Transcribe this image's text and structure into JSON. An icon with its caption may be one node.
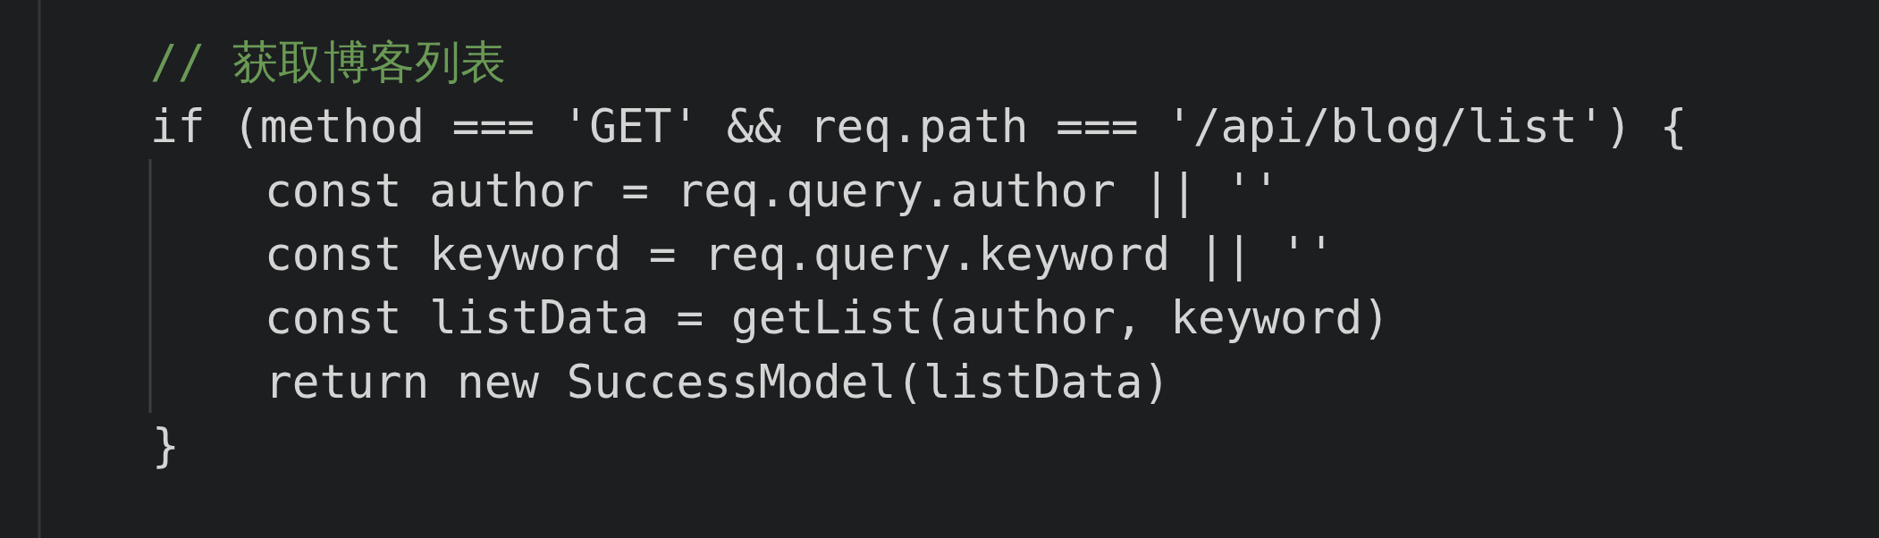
{
  "diagram": {
    "labels": [
      "// 获取博客列表",
      "if (method === 'GET' && req.path === '/api/blog/list') {",
      "const author = req.query.author || ''",
      "const keyword = req.query.keyword || ''",
      "const listData = getList(author, keyword)",
      "return new SuccessModel(listData)",
      "}"
    ]
  }
}
